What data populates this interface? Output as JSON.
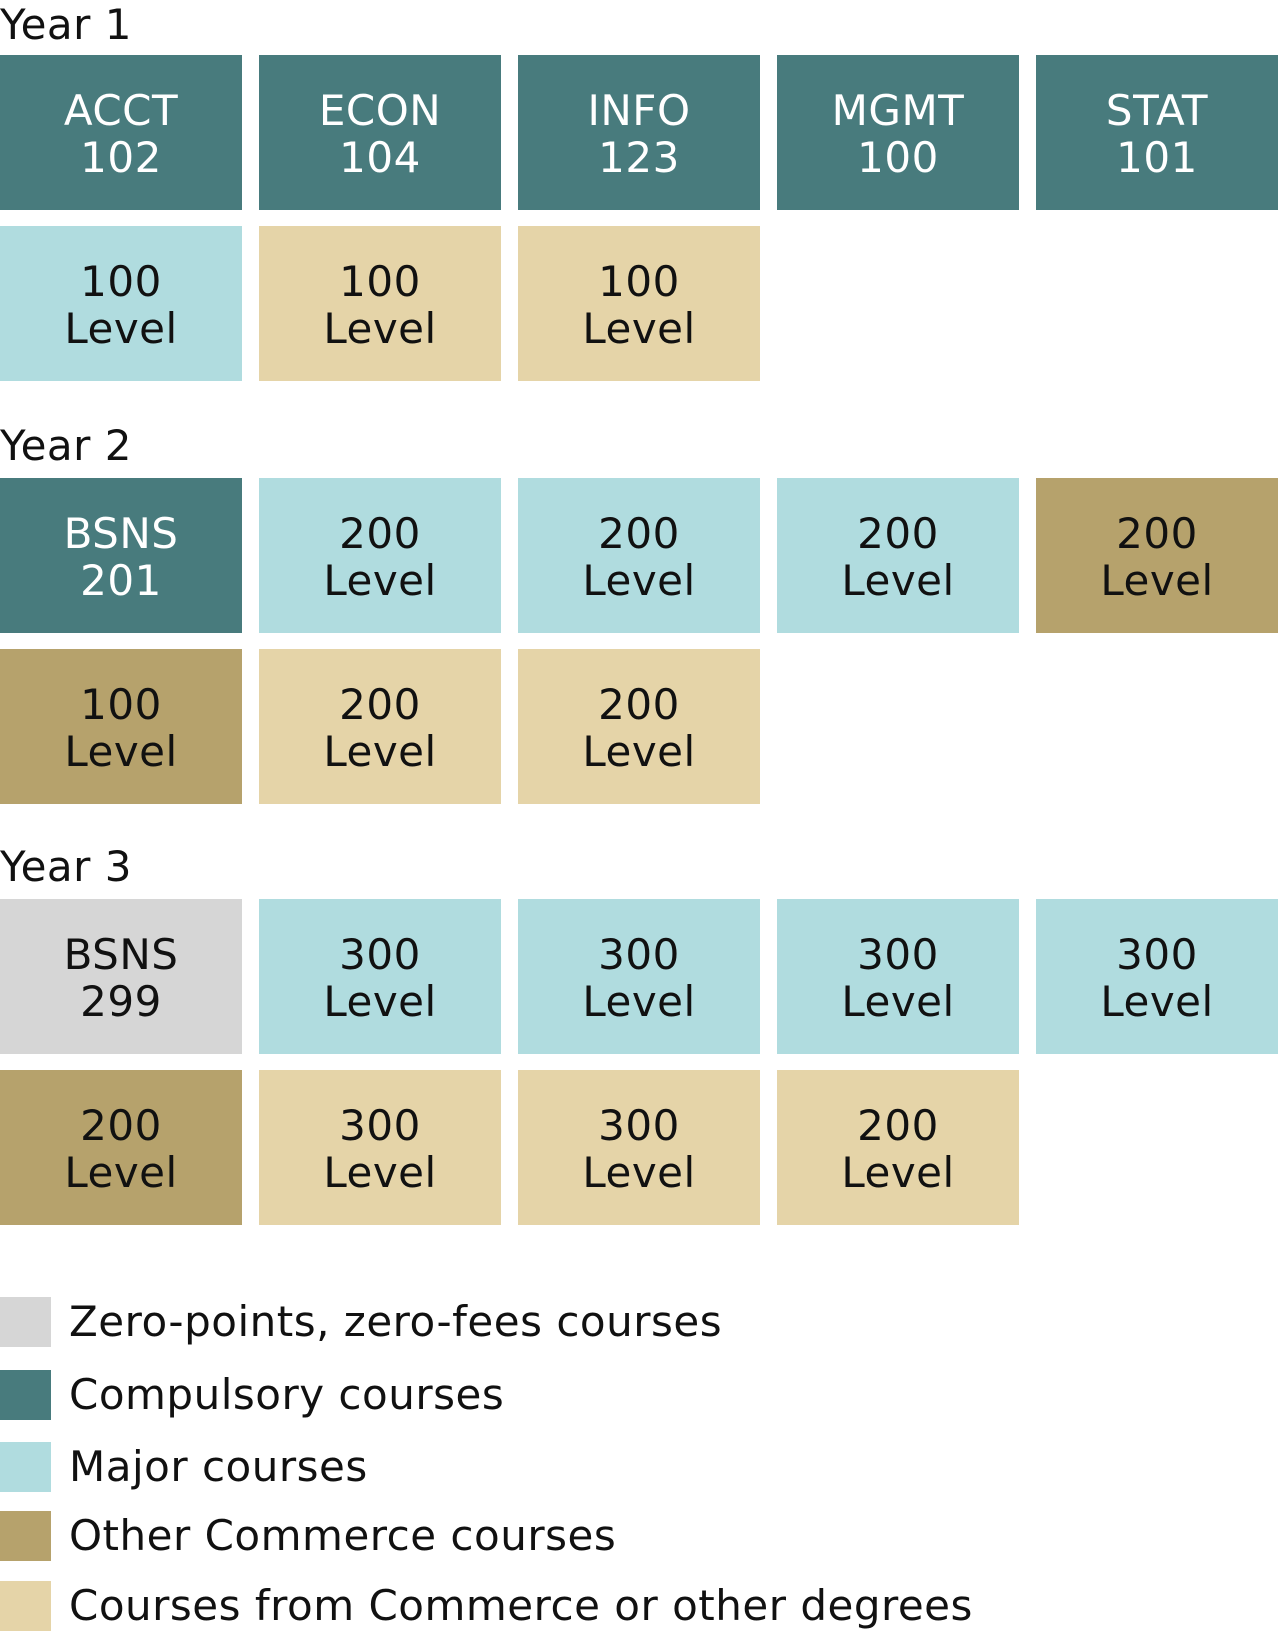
{
  "colors": {
    "zero_fees": "#d6d6d6",
    "compulsory": "#487b7d",
    "major": "#b0dcdf",
    "other_commerce": "#b6a26c",
    "commerce_or_other": "#e5d4a8"
  },
  "years": [
    {
      "title": "Year 1",
      "rows": [
        [
          {
            "line1": "ACCT",
            "line2": "102",
            "category": "compulsory"
          },
          {
            "line1": "ECON",
            "line2": "104",
            "category": "compulsory"
          },
          {
            "line1": "INFO",
            "line2": "123",
            "category": "compulsory"
          },
          {
            "line1": "MGMT",
            "line2": "100",
            "category": "compulsory"
          },
          {
            "line1": "STAT",
            "line2": "101",
            "category": "compulsory"
          }
        ],
        [
          {
            "line1": "100",
            "line2": "Level",
            "category": "major"
          },
          {
            "line1": "100",
            "line2": "Level",
            "category": "commerce_or_other"
          },
          {
            "line1": "100",
            "line2": "Level",
            "category": "commerce_or_other"
          }
        ]
      ]
    },
    {
      "title": "Year 2",
      "rows": [
        [
          {
            "line1": "BSNS",
            "line2": "201",
            "category": "compulsory"
          },
          {
            "line1": "200",
            "line2": "Level",
            "category": "major"
          },
          {
            "line1": "200",
            "line2": "Level",
            "category": "major"
          },
          {
            "line1": "200",
            "line2": "Level",
            "category": "major"
          },
          {
            "line1": "200",
            "line2": "Level",
            "category": "other_commerce"
          }
        ],
        [
          {
            "line1": "100",
            "line2": "Level",
            "category": "other_commerce"
          },
          {
            "line1": "200",
            "line2": "Level",
            "category": "commerce_or_other"
          },
          {
            "line1": "200",
            "line2": "Level",
            "category": "commerce_or_other"
          }
        ]
      ]
    },
    {
      "title": "Year 3",
      "rows": [
        [
          {
            "line1": "BSNS",
            "line2": "299",
            "category": "zero_fees"
          },
          {
            "line1": "300",
            "line2": "Level",
            "category": "major"
          },
          {
            "line1": "300",
            "line2": "Level",
            "category": "major"
          },
          {
            "line1": "300",
            "line2": "Level",
            "category": "major"
          },
          {
            "line1": "300",
            "line2": "Level",
            "category": "major"
          }
        ],
        [
          {
            "line1": "200",
            "line2": "Level",
            "category": "other_commerce"
          },
          {
            "line1": "300",
            "line2": "Level",
            "category": "commerce_or_other"
          },
          {
            "line1": "300",
            "line2": "Level",
            "category": "commerce_or_other"
          },
          {
            "line1": "200",
            "line2": "Level",
            "category": "commerce_or_other"
          }
        ]
      ]
    }
  ],
  "legend": [
    {
      "label": "Zero-points, zero-fees courses",
      "category": "zero_fees"
    },
    {
      "label": "Compulsory courses",
      "category": "compulsory"
    },
    {
      "label": "Major courses",
      "category": "major"
    },
    {
      "label": "Other Commerce courses",
      "category": "other_commerce"
    },
    {
      "label": "Courses from Commerce or other degrees",
      "category": "commerce_or_other"
    }
  ]
}
